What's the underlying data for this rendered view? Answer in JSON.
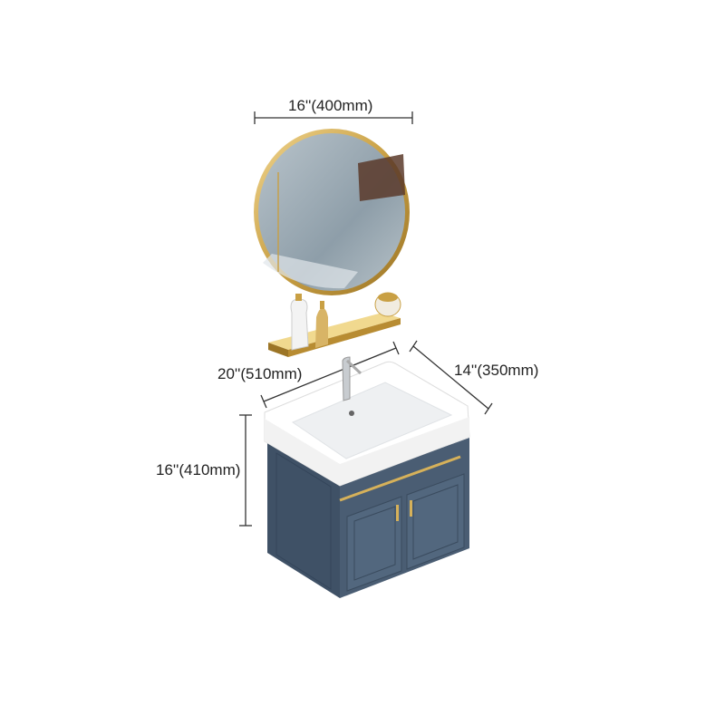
{
  "dimensions": {
    "mirror_width": "16''(400mm)",
    "basin_width": "20''(510mm)",
    "basin_depth": "14''(350mm)",
    "cabinet_height": "16''(410mm)"
  },
  "colors": {
    "cabinet": "#4a5d73",
    "gold": "#c9a044",
    "ceramic": "#ffffff",
    "mirror": "#9aa9b3"
  }
}
